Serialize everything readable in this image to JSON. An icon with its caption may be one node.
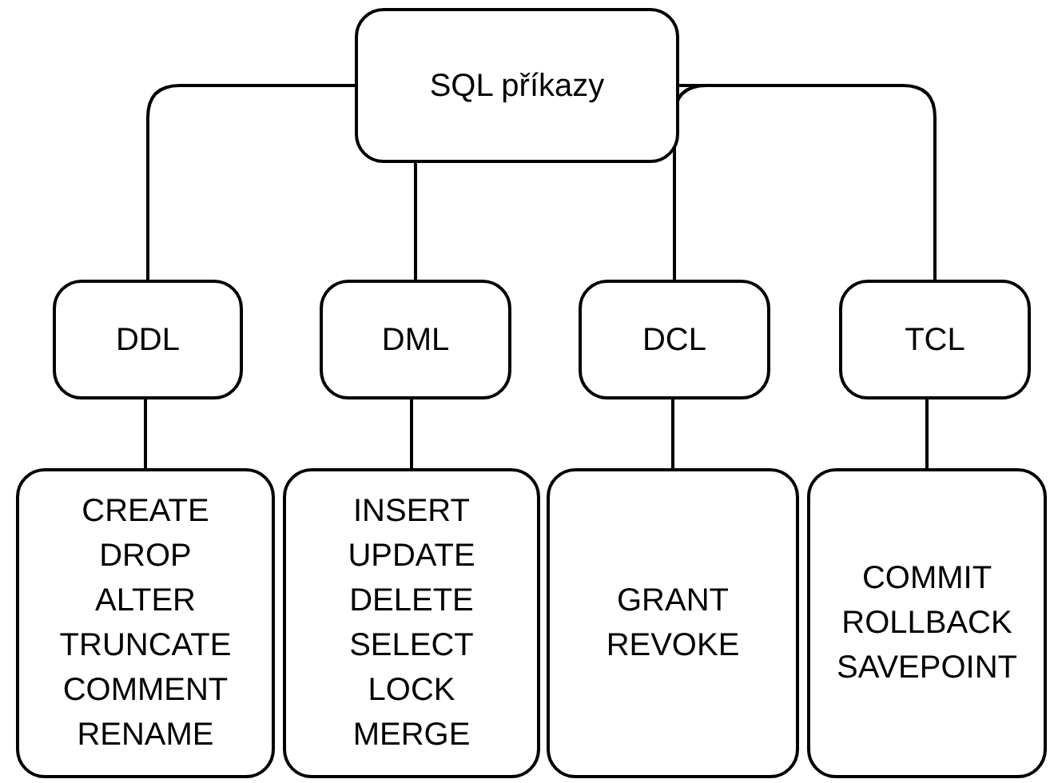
{
  "diagram": {
    "nodes": [
      {
        "text": [
          "SQL příkazy"
        ]
      },
      {
        "text": [
          "DDL"
        ]
      },
      {
        "text": [
          "DML"
        ]
      },
      {
        "text": [
          "DCL"
        ]
      },
      {
        "text": [
          "TCL"
        ]
      },
      {
        "text": [
          "CREATE DROP ALTER TRUNCATE COMMENT RENAME"
        ]
      },
      {
        "text": [
          "INSERT UPDATE DELETE SELECT LOCK MERGE"
        ]
      },
      {
        "text": [
          "GRANT REVOKE"
        ]
      },
      {
        "text": [
          "COMMIT ROLLBACK SAVEPOINT"
        ]
      }
    ],
    "edges": [
      {
        "from": 0,
        "to": 1,
        "arrow": "none"
      },
      {
        "from": 0,
        "to": 2,
        "arrow": "none"
      },
      {
        "from": 0,
        "to": 3,
        "arrow": "none"
      },
      {
        "from": 0,
        "to": 4,
        "arrow": "none"
      },
      {
        "from": 1,
        "to": 5,
        "arrow": "none"
      },
      {
        "from": 2,
        "to": 6,
        "arrow": "none"
      },
      {
        "from": 3,
        "to": 7,
        "arrow": "none"
      },
      {
        "from": 4,
        "to": 8,
        "arrow": "none"
      }
    ]
  }
}
